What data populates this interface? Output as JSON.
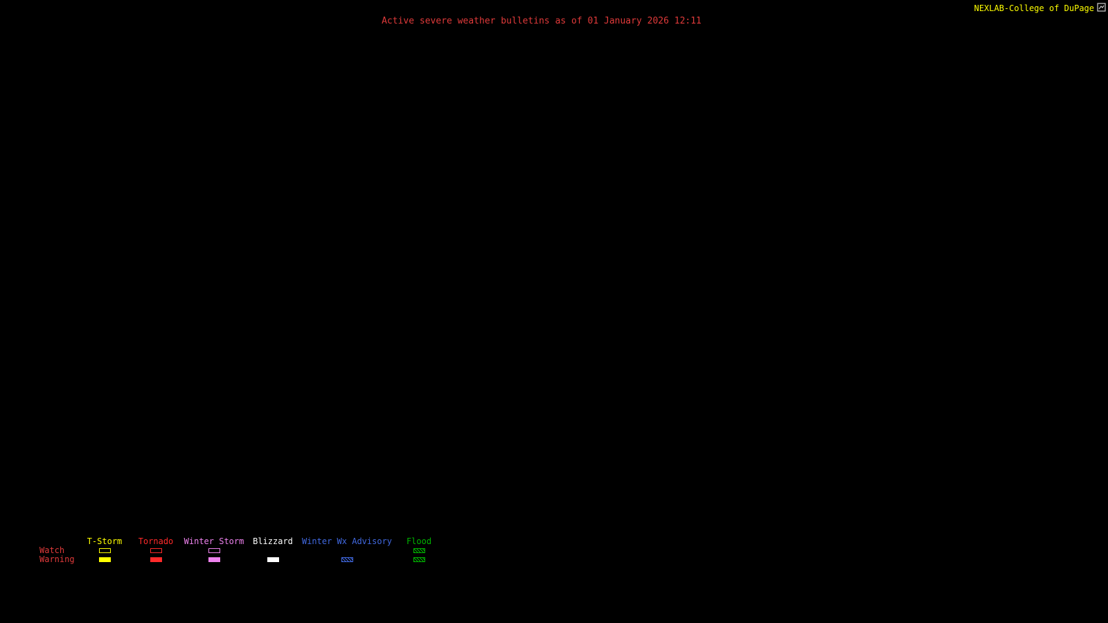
{
  "header": {
    "title": "Active severe weather bulletins as of 01 January 2026 12:11",
    "brand": "NEXLAB-College of DuPage",
    "title_color": "#e03a3a",
    "brand_color": "#ffff00"
  },
  "legend": {
    "row_labels": [
      "Watch",
      "Warning"
    ],
    "label_color": "#e03a3a",
    "columns": [
      {
        "label": "T-Storm",
        "color": "#ffff00",
        "watch": "outline",
        "warning": "fill"
      },
      {
        "label": "Tornado",
        "color": "#ff2a2a",
        "watch": "outline",
        "warning": "fill"
      },
      {
        "label": "Winter Storm",
        "color": "#ee82ee",
        "watch": "outline",
        "warning": "fill"
      },
      {
        "label": "Blizzard",
        "color": "#ffffff",
        "watch": "none",
        "warning": "fill"
      },
      {
        "label": "Winter Wx Advisory",
        "color": "#4169e1",
        "watch": "none",
        "warning": "hatch"
      },
      {
        "label": "Flood",
        "color": "#00b400",
        "watch": "hatch",
        "warning": "hatch"
      }
    ]
  },
  "icons": {
    "logo": "logo-icon"
  }
}
